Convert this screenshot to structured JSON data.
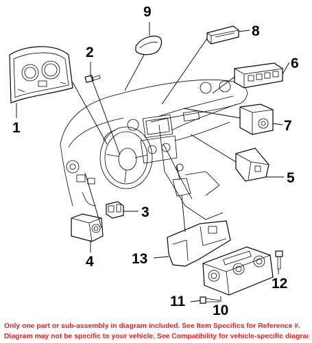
{
  "diagram": {
    "callouts": [
      "1",
      "2",
      "3",
      "4",
      "5",
      "6",
      "7",
      "8",
      "9",
      "10",
      "11",
      "12",
      "13"
    ]
  },
  "disclaimer": {
    "line1": "Only one part or sub-assembly in diagram included. See Item Specifics for Reference #.",
    "line2": "Diagram may not be specific to your vehicle. See Compatibility for vehicle-specific diagrams."
  }
}
